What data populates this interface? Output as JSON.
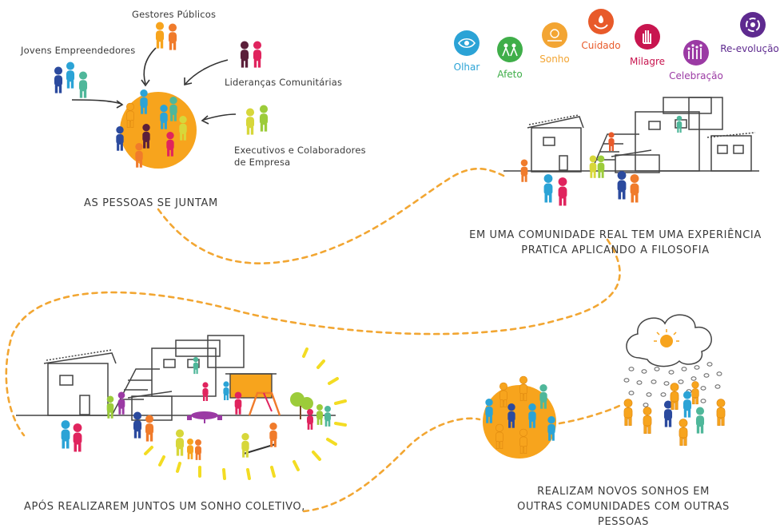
{
  "groups": {
    "gestores": "Gestores Públicos",
    "jovens": "Jovens Empreendedores",
    "liderancas": "Lideranças Comunitárias",
    "executivos_line1": "Executivos e Colaboradores",
    "executivos_line2": "de Empresa"
  },
  "values": [
    {
      "label": "Olhar",
      "color": "#2ba3d6",
      "icon": "eye-icon"
    },
    {
      "label": "Afeto",
      "color": "#3fae49",
      "icon": "people-icon"
    },
    {
      "label": "Sonho",
      "color": "#f3a533",
      "icon": "dream-icon"
    },
    {
      "label": "Cuidado",
      "color": "#e85a2a",
      "icon": "hands-icon"
    },
    {
      "label": "Milagre",
      "color": "#c8154f",
      "icon": "hand-icon"
    },
    {
      "label": "Celebração",
      "color": "#9b3aa4",
      "icon": "celebration-icon"
    },
    {
      "label": "Re-evolução",
      "color": "#5e2a8f",
      "icon": "cycle-icon"
    }
  ],
  "steps": {
    "step1": "AS PESSOAS SE JUNTAM",
    "step2_line1": "EM UMA COMUNIDADE REAL TEM UMA EXPERIÊNCIA",
    "step2_line2": "PRATICA APLICANDO A FILOSOFIA",
    "step3": "APÓS REALIZAREM JUNTOS  UM SONHO COLETIVO,",
    "step4_line1": "REALIZAM NOVOS SONHOS EM",
    "step4_line2": "OUTRAS COMUNIDADES COM OUTRAS",
    "step4_line3": "PESSOAS"
  },
  "colors": {
    "path": "#f2a632",
    "circle": "#f7a41d",
    "text": "#3a3a3a"
  }
}
